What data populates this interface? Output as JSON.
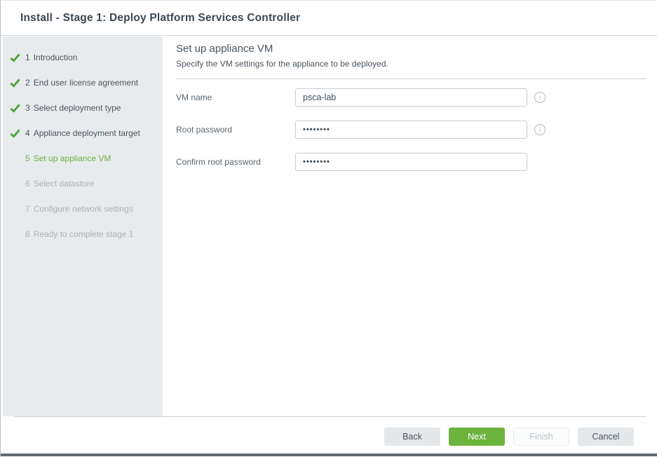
{
  "window": {
    "title": "Install - Stage 1: Deploy Platform Services Controller"
  },
  "sidebar": {
    "steps": [
      {
        "num": "1",
        "label": "Introduction",
        "state": "done"
      },
      {
        "num": "2",
        "label": "End user license agreement",
        "state": "done"
      },
      {
        "num": "3",
        "label": "Select deployment type",
        "state": "done"
      },
      {
        "num": "4",
        "label": "Appliance deployment target",
        "state": "done"
      },
      {
        "num": "5",
        "label": "Set up appliance VM",
        "state": "current"
      },
      {
        "num": "6",
        "label": "Select datastore",
        "state": "upcoming"
      },
      {
        "num": "7",
        "label": "Configure network settings",
        "state": "upcoming"
      },
      {
        "num": "8",
        "label": "Ready to complete stage 1",
        "state": "upcoming"
      }
    ]
  },
  "content": {
    "heading": "Set up appliance VM",
    "subheading": "Specify the VM settings for the appliance to be deployed.",
    "fields": [
      {
        "label": "VM name",
        "value": "psca-lab",
        "has_info_icon": true
      },
      {
        "label": "Root password",
        "value": "••••••••",
        "has_info_icon": true
      },
      {
        "label": "Confirm root password",
        "value": "••••••••",
        "has_info_icon": false
      }
    ]
  },
  "footer": {
    "back_label": "Back",
    "next_label": "Next",
    "finish_label": "Finish",
    "cancel_label": "Cancel"
  },
  "colors": {
    "accent_green": "#6cb33e",
    "check_green": "#4fa13c",
    "current_step_green": "#70af49",
    "sidebar_bg": "#e8ebed",
    "title_text": "#3d4852",
    "muted_step": "#a9b1b8"
  }
}
